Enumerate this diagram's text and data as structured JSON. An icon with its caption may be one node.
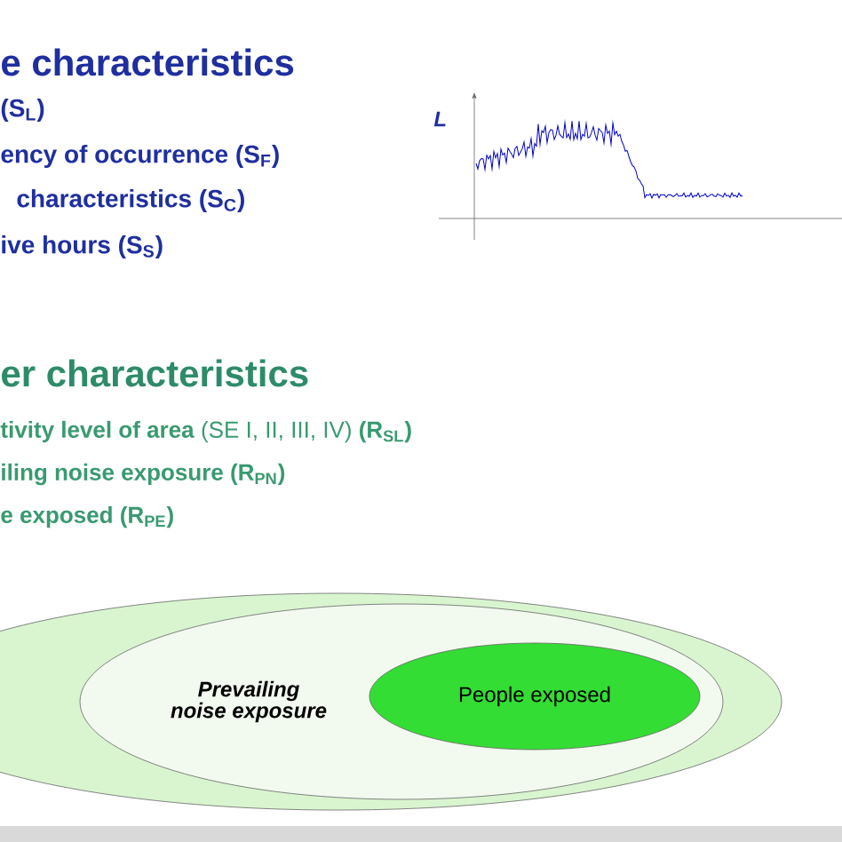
{
  "diagram": {
    "nodes": [
      {
        "text": [],
        "shape": "ellipse"
      },
      {
        "text": [
          "Prevailing noise exposure"
        ],
        "in": 0
      },
      {
        "text": [
          "People exposed"
        ],
        "in": 1
      }
    ],
    "labels": [
      "e characteristics",
      "(S$_{L}$)",
      "ency of occurrence (S$_{F}$)",
      "characteristics (S$_{C}$)",
      "ive hours (S$_{S}$)",
      "L",
      "er characteristics",
      "**tivity level of area** (SE I, II, III, IV) **(R$_{SL}$)**",
      "iling noise exposure (R$_{PN}$)",
      "e exposed (R$_{PE}$)"
    ]
  }
}
